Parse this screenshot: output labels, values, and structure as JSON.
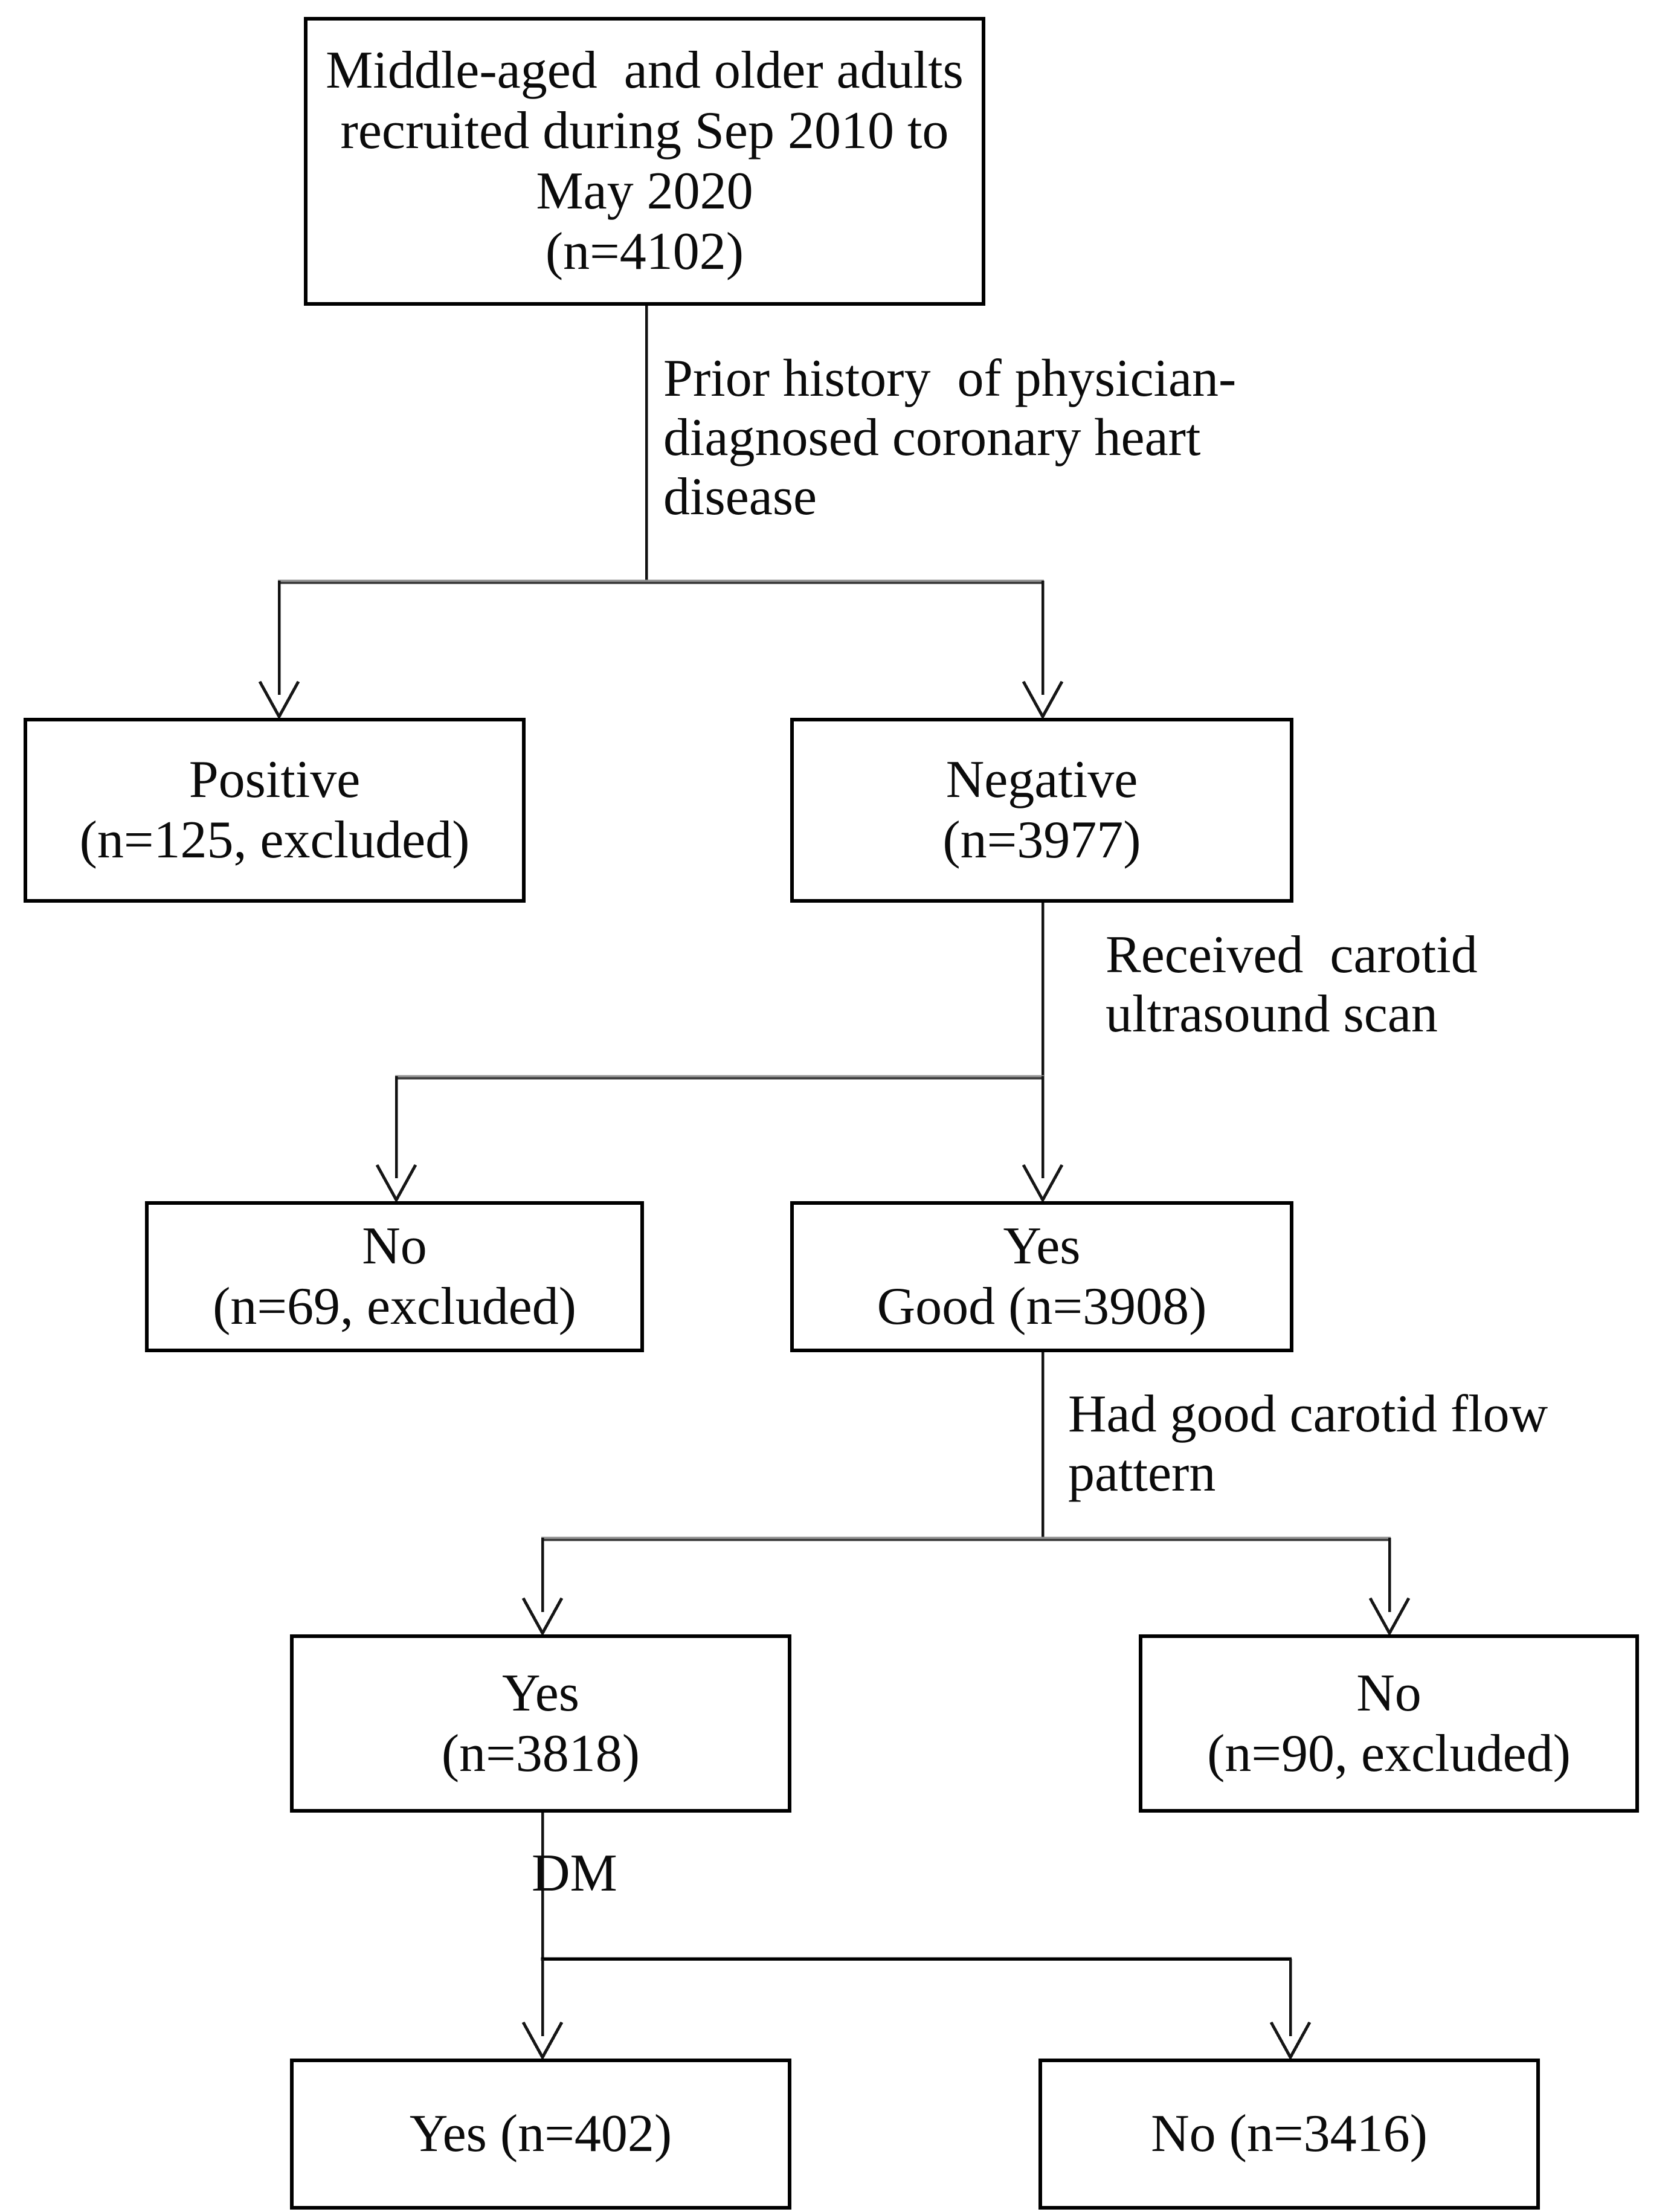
{
  "figure": {
    "background": "#ffffff",
    "box_border_color": "#000000",
    "line_color": "#1c1c1c",
    "gray_line_color": "#8f8f8f",
    "boxes": {
      "cohort": {
        "lines": [
          "Middle-aged  and older adults",
          "recruited during Sep 2010 to",
          "May 2020",
          "(n=4102)"
        ]
      },
      "positive": {
        "lines": [
          "Positive",
          "(n=125, excluded)"
        ]
      },
      "negative": {
        "lines": [
          "Negative",
          "(n=3977)"
        ]
      },
      "no_scan": {
        "lines": [
          "No",
          "(n=69, excluded)"
        ]
      },
      "yes_scan": {
        "lines": [
          "Yes",
          "Good (n=3908)"
        ]
      },
      "yes_flow": {
        "lines": [
          "Yes",
          "(n=3818)"
        ]
      },
      "no_flow": {
        "lines": [
          "No",
          "(n=90, excluded)"
        ]
      },
      "dm_yes": {
        "lines": [
          "Yes (n=402)"
        ]
      },
      "dm_no": {
        "lines": [
          "No (n=3416)"
        ]
      }
    },
    "labels": {
      "branch1": {
        "lines": [
          "Prior history  of physician-",
          "diagnosed coronary heart",
          "disease"
        ]
      },
      "branch2": {
        "lines": [
          "Received  carotid",
          "ultrasound scan"
        ]
      },
      "branch3": {
        "lines": [
          "Had good carotid flow",
          "pattern"
        ]
      },
      "branch4": {
        "lines": [
          "DM"
        ]
      }
    }
  }
}
